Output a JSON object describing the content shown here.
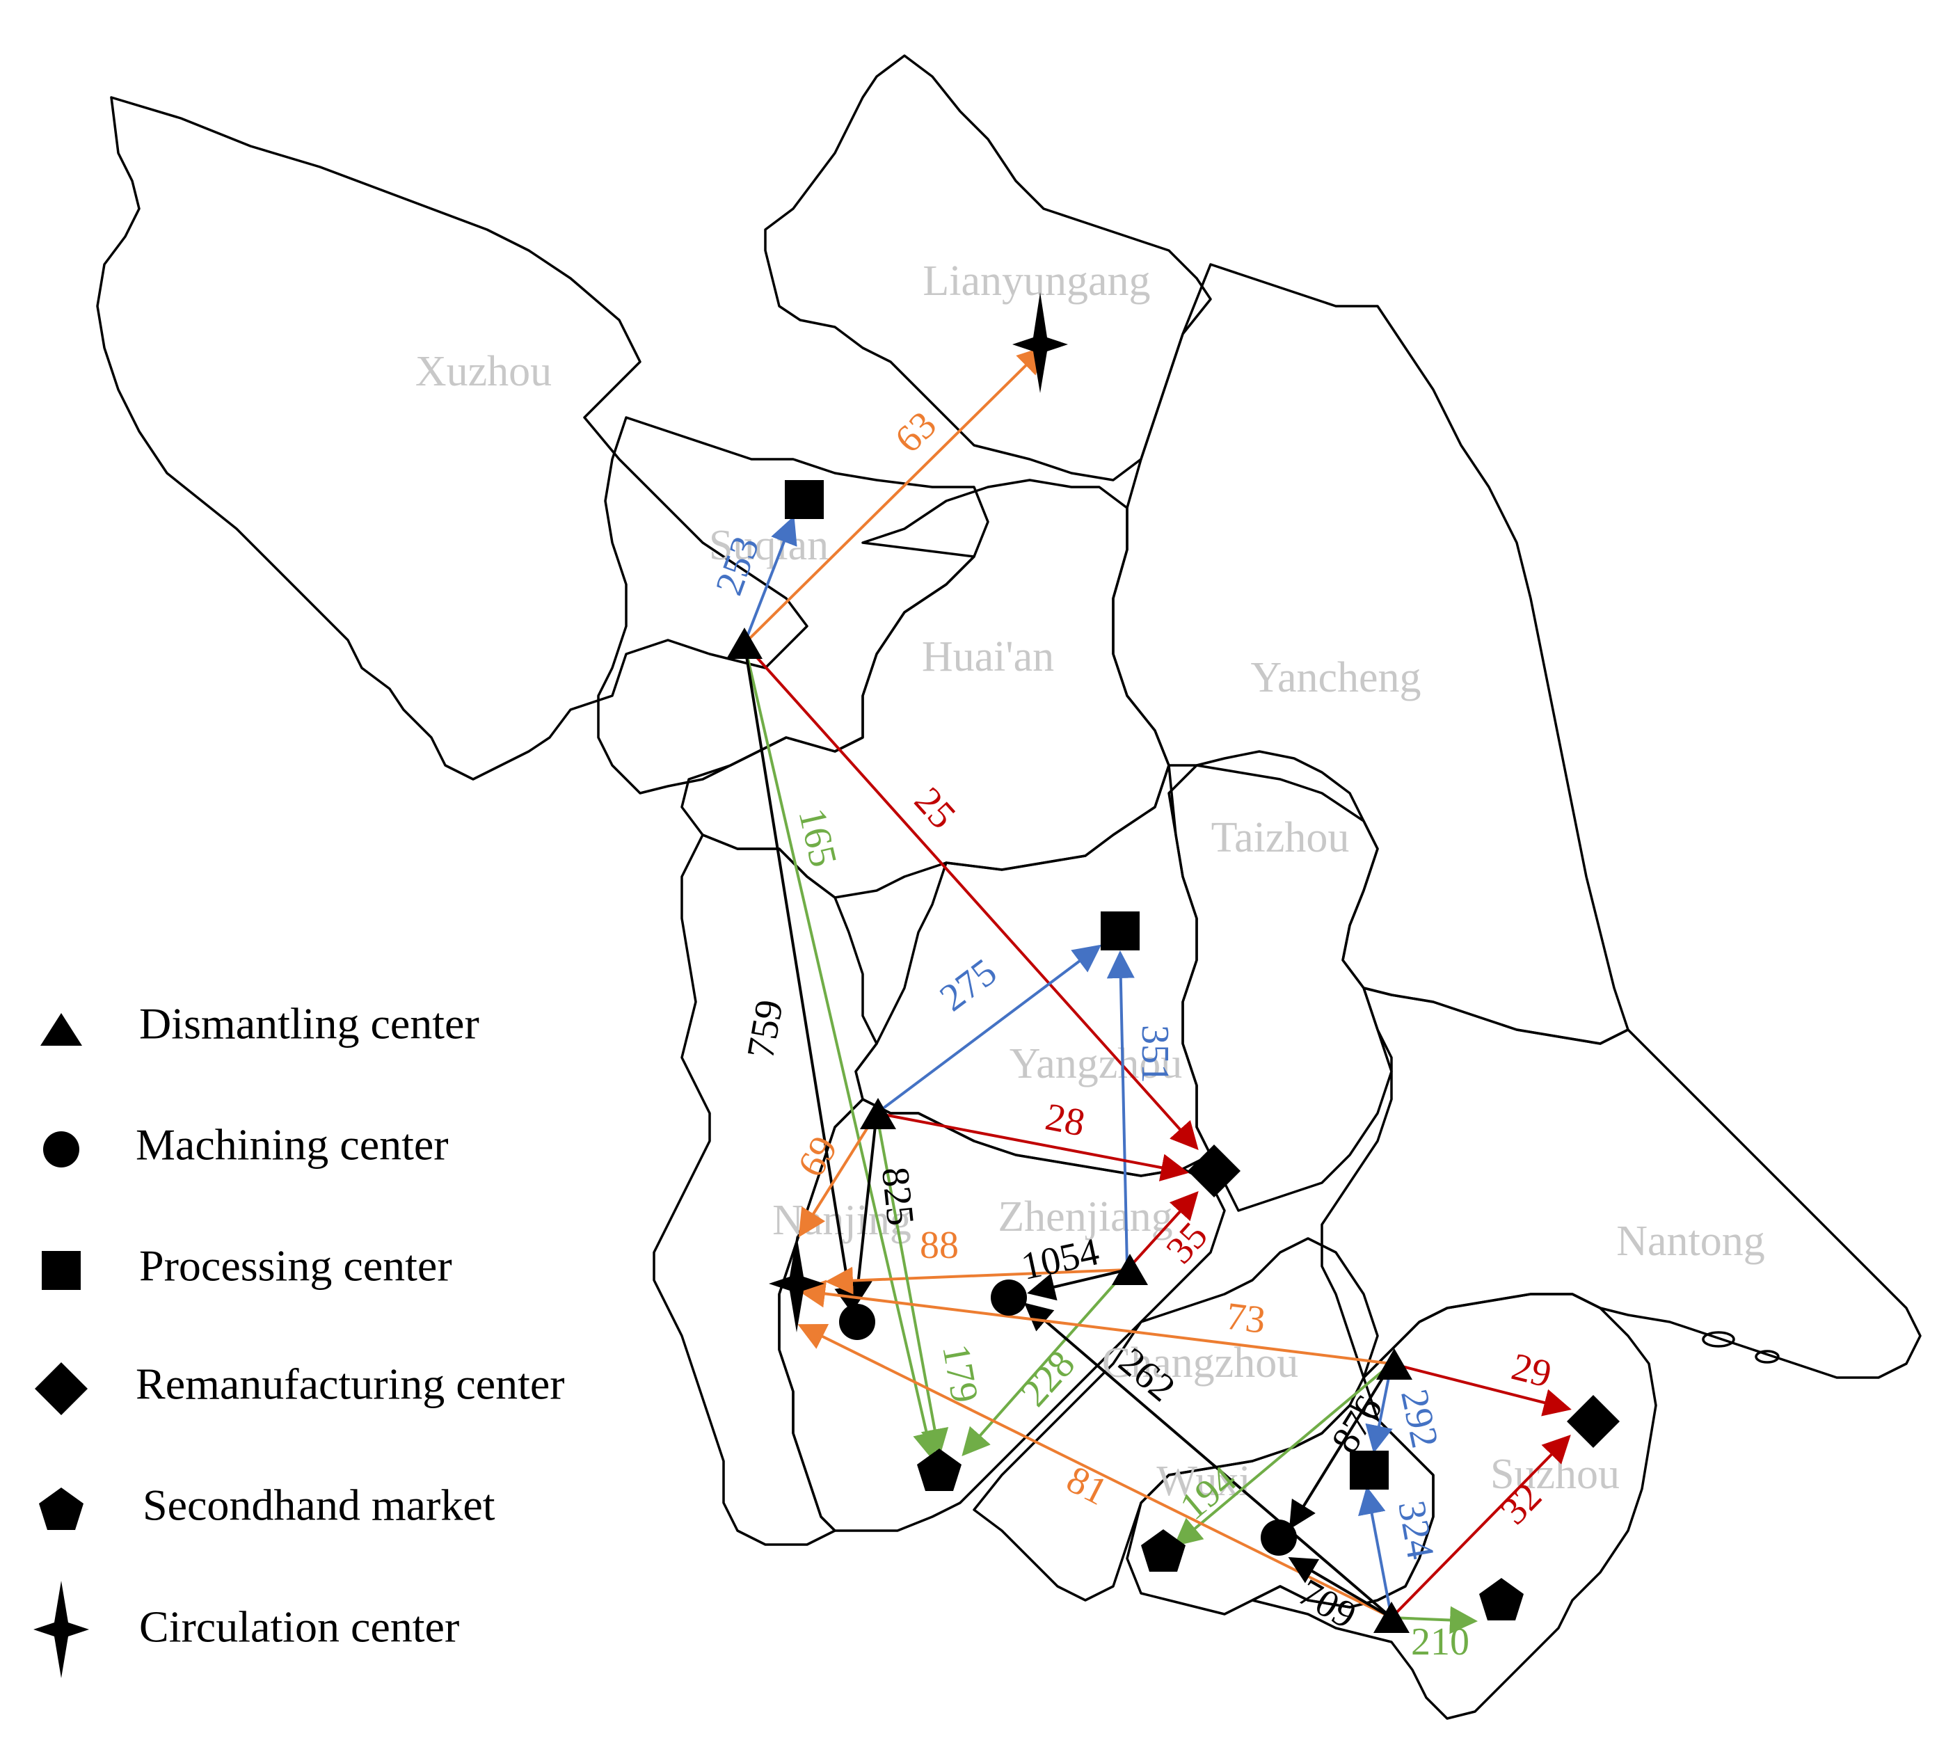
{
  "colors": {
    "black": "#000000",
    "blue": "#4472c4",
    "orange": "#ed7d31",
    "red": "#c00000",
    "green": "#70ad47",
    "city_label": "#c8c8c8"
  },
  "cities": [
    {
      "name": "Lianyungang"
    },
    {
      "name": "Xuzhou"
    },
    {
      "name": "Suqian"
    },
    {
      "name": "Huai'an"
    },
    {
      "name": "Yancheng"
    },
    {
      "name": "Taizhou"
    },
    {
      "name": "Yangzhou"
    },
    {
      "name": "Nanjing"
    },
    {
      "name": "Zhenjiang"
    },
    {
      "name": "Nantong"
    },
    {
      "name": "Changzhou"
    },
    {
      "name": "Wuxi"
    },
    {
      "name": "Suzhou"
    }
  ],
  "legend": [
    {
      "symbol": "triangle",
      "label": "Dismantling center"
    },
    {
      "symbol": "circle",
      "label": "Machining center"
    },
    {
      "symbol": "square",
      "label": "Processing center"
    },
    {
      "symbol": "diamond",
      "label": "Remanufacturing center"
    },
    {
      "symbol": "pentagon",
      "label": "Secondhand market"
    },
    {
      "symbol": "star",
      "label": "Circulation center"
    }
  ],
  "flows": [
    {
      "value": "253",
      "color": "blue"
    },
    {
      "value": "63",
      "color": "orange"
    },
    {
      "value": "25",
      "color": "red"
    },
    {
      "value": "165",
      "color": "green"
    },
    {
      "value": "759",
      "color": "black"
    },
    {
      "value": "275",
      "color": "blue"
    },
    {
      "value": "351",
      "color": "blue"
    },
    {
      "value": "28",
      "color": "red"
    },
    {
      "value": "69",
      "color": "orange"
    },
    {
      "value": "825",
      "color": "black"
    },
    {
      "value": "88",
      "color": "orange"
    },
    {
      "value": "179",
      "color": "green"
    },
    {
      "value": "1054",
      "color": "black"
    },
    {
      "value": "35",
      "color": "red"
    },
    {
      "value": "228",
      "color": "green"
    },
    {
      "value": "262",
      "color": "black"
    },
    {
      "value": "73",
      "color": "orange"
    },
    {
      "value": "29",
      "color": "red"
    },
    {
      "value": "876",
      "color": "black"
    },
    {
      "value": "292",
      "color": "blue"
    },
    {
      "value": "194",
      "color": "green"
    },
    {
      "value": "81",
      "color": "orange"
    },
    {
      "value": "324",
      "color": "blue"
    },
    {
      "value": "32",
      "color": "red"
    },
    {
      "value": "709",
      "color": "black"
    },
    {
      "value": "210",
      "color": "green"
    }
  ]
}
